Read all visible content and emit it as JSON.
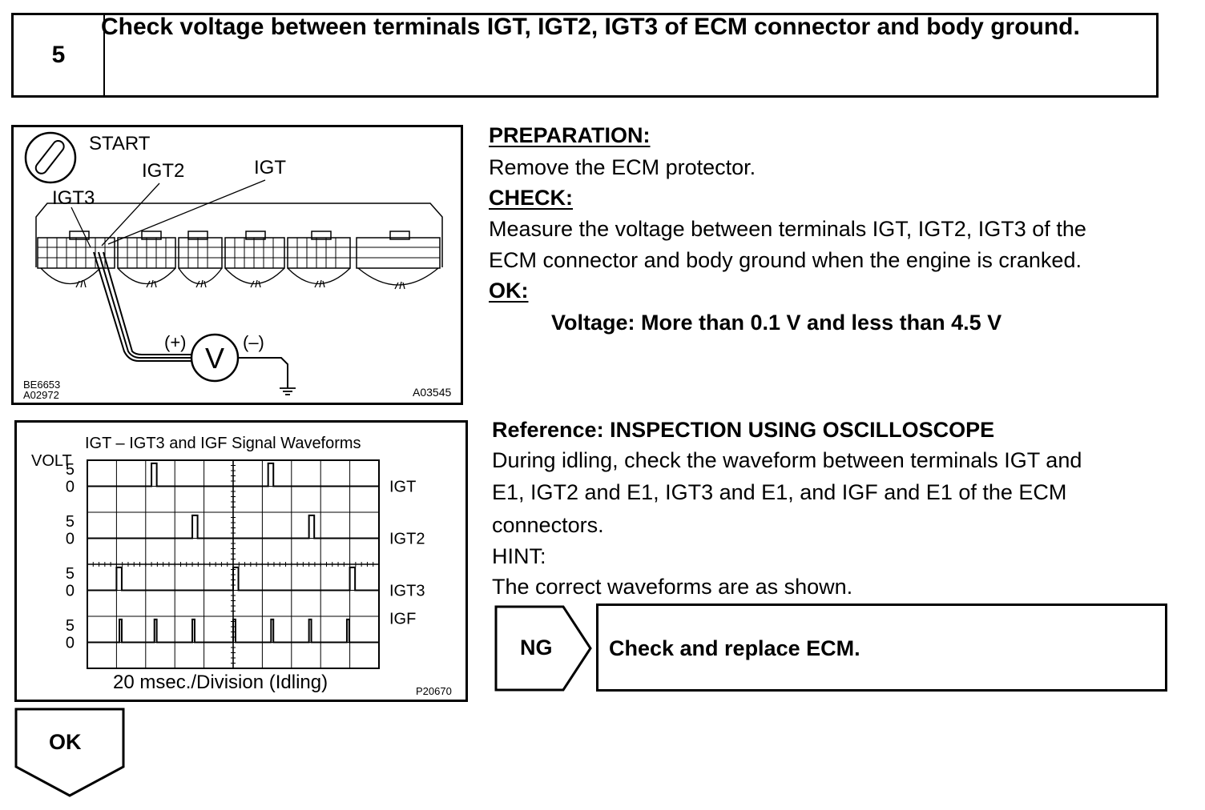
{
  "step": {
    "number": "5",
    "title": "Check voltage between terminals IGT, IGT2, IGT3 of ECM connector and body ground."
  },
  "figure1": {
    "labels": {
      "start": "START",
      "igt": "IGT",
      "igt2": "IGT2",
      "igt3": "IGT3",
      "plus": "(+)",
      "minus": "(–)",
      "meter": "V",
      "code1": "BE6653",
      "code2": "A02972",
      "code3": "A03545"
    }
  },
  "figure2": {
    "title": "IGT – IGT3 and IGF Signal Waveforms",
    "ylabel": "VOLT",
    "xlabel": "20 msec./Division (Idling)",
    "code": "P20670",
    "channels": [
      {
        "name": "IGT",
        "hi": "5",
        "lo": "0"
      },
      {
        "name": "IGT2",
        "hi": "5",
        "lo": "0"
      },
      {
        "name": "IGT3",
        "hi": "5",
        "lo": "0"
      },
      {
        "name": "IGF",
        "hi": "5",
        "lo": "0"
      }
    ]
  },
  "preparation": {
    "heading": "PREPARATION:",
    "text": "Remove the ECM protector."
  },
  "check": {
    "heading": "CHECK:",
    "line1": "Measure the voltage between terminals IGT, IGT2, IGT3 of the",
    "line2": "ECM connector and body ground when the engine is cranked."
  },
  "ok_spec": {
    "heading": "OK:",
    "text": "Voltage: More than 0.1 V and less than 4.5 V"
  },
  "reference": {
    "heading": "Reference: INSPECTION USING OSCILLOSCOPE",
    "line1": "During idling, check the waveform between terminals IGT and",
    "line2": "E1, IGT2 and E1, IGT3 and E1, and IGF and E1 of the ECM",
    "line3": "connectors.",
    "hint_heading": "HINT:",
    "hint_text": "The correct waveforms are as shown."
  },
  "results": {
    "ng_label": "NG",
    "ng_action": "Check and replace ECM.",
    "ok_label": "OK"
  }
}
